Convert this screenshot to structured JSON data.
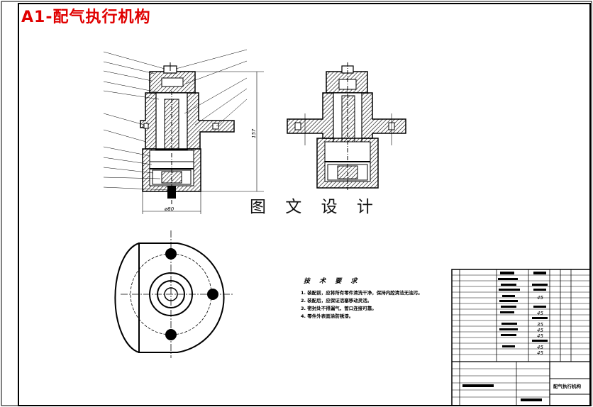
{
  "title": "A1-配气执行机构",
  "watermark": "图 文 设 计",
  "technical_requirements": {
    "heading": "技 术 要 求",
    "items": [
      "1. 装配前，应将所有零件清洗干净，保持内腔清洁无油污。",
      "2. 装配后，应保证活塞移动灵活。",
      "3. 密封处不得漏气，管口连接可靠。",
      "4. 零件外表面涂防锈漆。"
    ]
  },
  "dimensions": {
    "height": "157",
    "diameter": "ø80"
  },
  "parts_table": {
    "materials": [
      "45",
      "45",
      "35",
      "45",
      "45",
      "45",
      "45"
    ]
  },
  "title_block": {
    "drawing_name": "配气执行机构"
  },
  "colors": {
    "title": "#e00000",
    "line": "#000000"
  }
}
